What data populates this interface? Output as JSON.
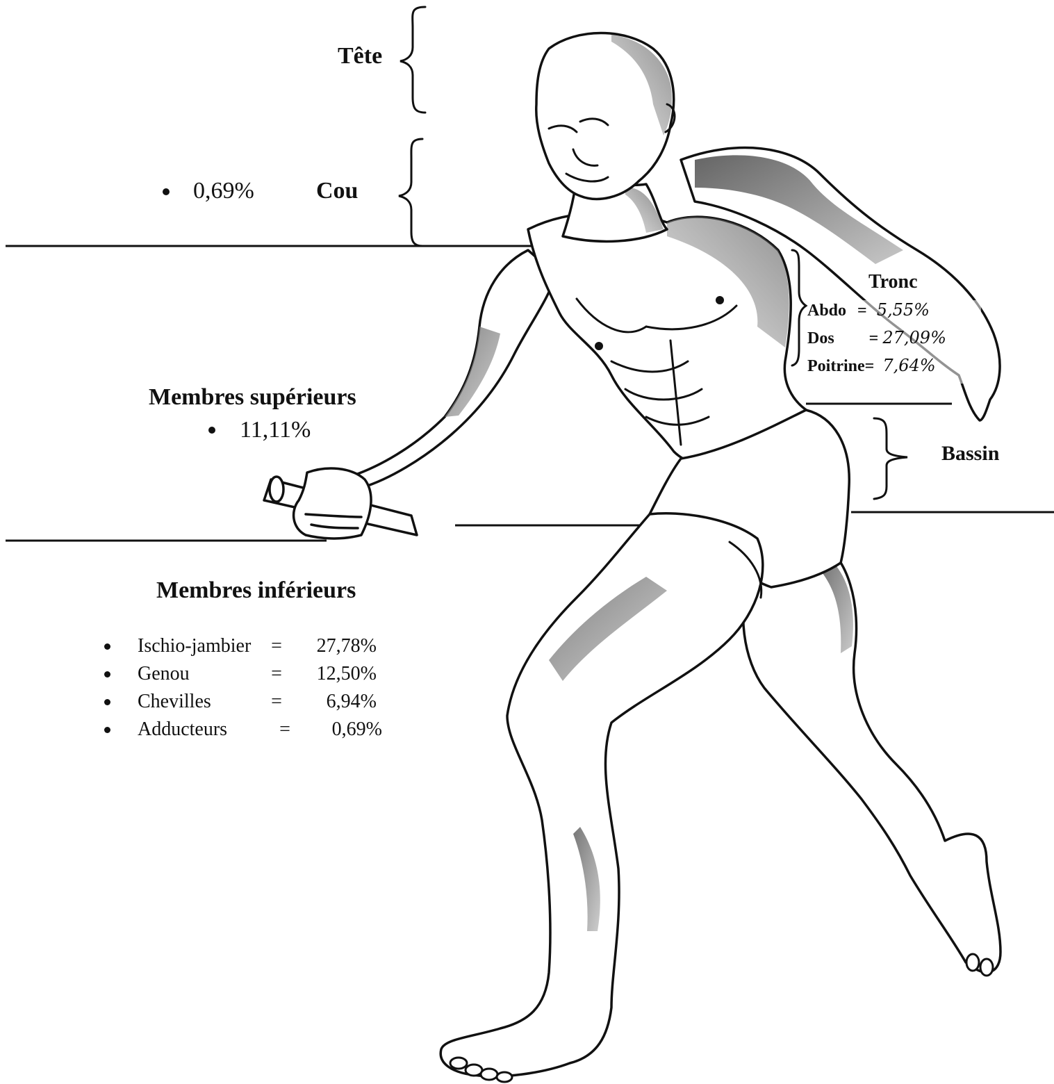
{
  "tete": {
    "label": "Tête"
  },
  "cou": {
    "label": "Cou",
    "value": "0,69%"
  },
  "tronc": {
    "title": "Tronc",
    "items": [
      {
        "label": "Abdo",
        "sep": "=",
        "value": "5,55%"
      },
      {
        "label": "Dos",
        "sep": "=",
        "value": "27,09%"
      },
      {
        "label": "Poitrine",
        "sep": "=",
        "value": "7,64%"
      }
    ]
  },
  "membres_superieurs": {
    "label": "Membres supérieurs",
    "value": "11,11%"
  },
  "bassin": {
    "label": "Bassin"
  },
  "membres_inferieurs": {
    "label": "Membres inférieurs",
    "items": [
      {
        "name": "Ischio-jambier",
        "sep": "=",
        "value": "27,78%"
      },
      {
        "name": "Genou",
        "sep": "=",
        "value": "12,50%"
      },
      {
        "name": "Chevilles",
        "sep": "=",
        "value": "6,94%"
      },
      {
        "name": "Adducteurs",
        "sep": "=",
        "value": "0,69%"
      }
    ]
  },
  "colors": {
    "ink": "#111111",
    "shade": "#6e6e6e",
    "skin": "#ffffff"
  }
}
